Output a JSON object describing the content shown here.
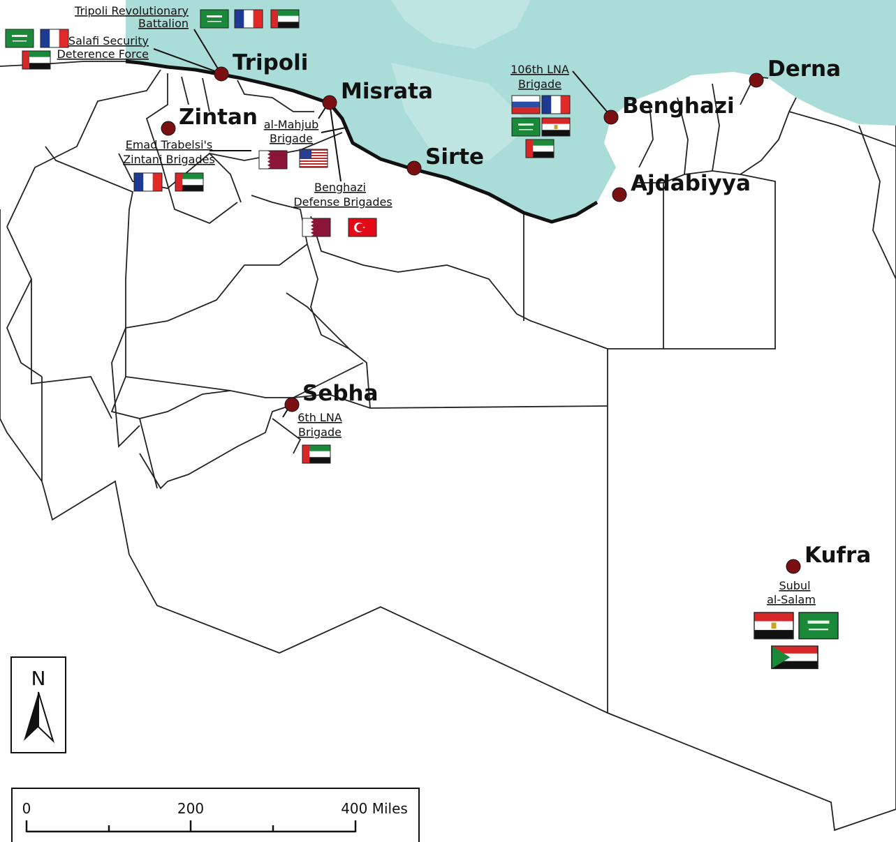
{
  "cities": [
    {
      "id": "tripoli",
      "name": "Tripoli"
    },
    {
      "id": "misrata",
      "name": "Misrata"
    },
    {
      "id": "zintan",
      "name": "Zintan"
    },
    {
      "id": "sirte",
      "name": "Sirte"
    },
    {
      "id": "benghazi",
      "name": "Benghazi"
    },
    {
      "id": "derna",
      "name": "Derna"
    },
    {
      "id": "ajdabiyya",
      "name": "Ajdabiyya"
    },
    {
      "id": "sebha",
      "name": "Sebha"
    },
    {
      "id": "kufra",
      "name": "Kufra"
    }
  ],
  "groups": {
    "tripoli_revolutionary": {
      "line1": "Tripoli Revolutionary",
      "line2": "Battalion",
      "flags": [
        "saudi",
        "france",
        "uae"
      ]
    },
    "salafi_security": {
      "line1": "Salafi Security",
      "line2": "Deterence Force",
      "flags": [
        "saudi",
        "france",
        "uae"
      ]
    },
    "al_mahjub": {
      "line1": "al-Mahjub",
      "line2": "Brigade",
      "flags": [
        "qatar",
        "usa"
      ]
    },
    "emad_trabelsi": {
      "line1": "Emad Trabelsi's",
      "line2": "Zintani Brigades",
      "flags": [
        "france",
        "uae"
      ]
    },
    "benghazi_defense": {
      "line1": "Benghazi",
      "line2": "Defense Brigades",
      "flags": [
        "qatar",
        "turkey"
      ]
    },
    "lna_106th": {
      "line1": "106th LNA",
      "line2": "Brigade",
      "flags": [
        "russia",
        "france",
        "saudi",
        "egypt",
        "uae"
      ]
    },
    "lna_6th": {
      "line1": "6th LNA",
      "line2": "Brigade",
      "flags": [
        "uae"
      ]
    },
    "subul_al_salam": {
      "line1": "Subul",
      "line2": "al-Salam",
      "flags": [
        "egypt",
        "saudi",
        "sudan"
      ]
    }
  },
  "north_arrow": {
    "label": "N"
  },
  "scale_bar": {
    "ticks": [
      "0",
      "200",
      "400 Miles"
    ]
  },
  "colors": {
    "sea": "#a9dcd8",
    "land": "#ffffff",
    "city_dot": "#7a0f12",
    "border": "#222222"
  }
}
